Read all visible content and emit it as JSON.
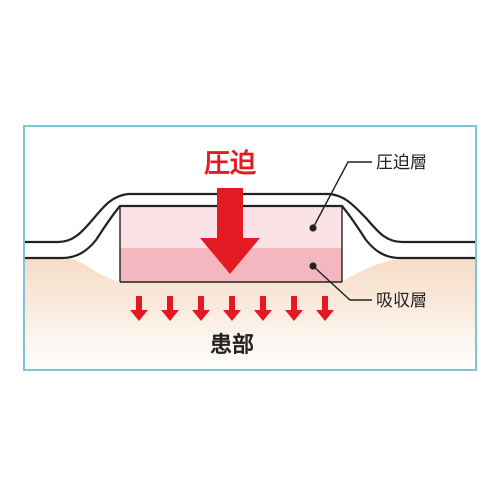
{
  "labels": {
    "pressure": "圧迫",
    "pressure_layer": "圧迫層",
    "absorption_layer": "吸収層",
    "affected_area": "患部"
  },
  "colors": {
    "frame": "#7cc6d6",
    "arrow_red": "#e21b23",
    "skin_top": "#f6dcc6",
    "skin_bottom": "#fffaf6",
    "pressure_layer_fill": "#fbe2e6",
    "absorption_layer_fill": "#f4b7bf",
    "outline": "#222222"
  }
}
